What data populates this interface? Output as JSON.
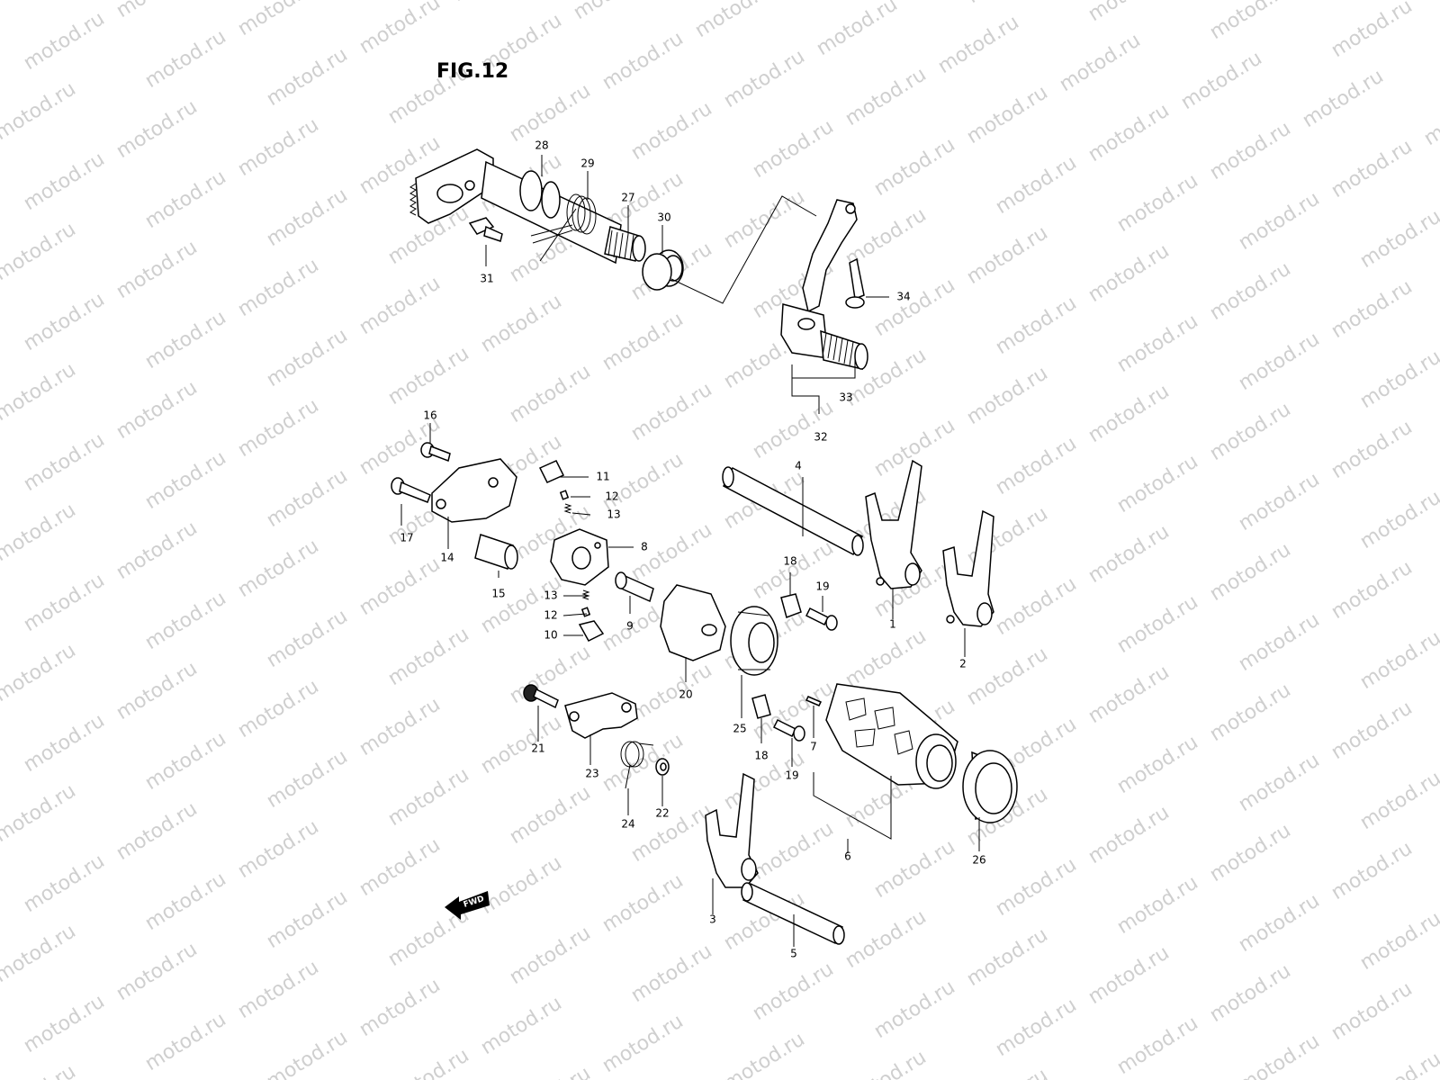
{
  "figure": {
    "title": "FIG.12",
    "watermark_text": "motod.ru",
    "fwd_label": "FWD"
  },
  "callouts": {
    "c1": "1",
    "c2": "2",
    "c3": "3",
    "c4": "4",
    "c5": "5",
    "c6": "6",
    "c7": "7",
    "c8": "8",
    "c9": "9",
    "c10": "10",
    "c11": "11",
    "c12a": "12",
    "c12b": "12",
    "c13a": "13",
    "c13b": "13",
    "c14": "14",
    "c15": "15",
    "c16": "16",
    "c17": "17",
    "c18a": "18",
    "c18b": "18",
    "c19a": "19",
    "c19b": "19",
    "c20": "20",
    "c21": "21",
    "c22": "22",
    "c23": "23",
    "c24": "24",
    "c25": "25",
    "c26": "26",
    "c27": "27",
    "c28": "28",
    "c29": "29",
    "c30": "30",
    "c31": "31",
    "c32": "32",
    "c33": "33",
    "c34": "34"
  },
  "colors": {
    "ink": "#000000",
    "watermark": "#cfcfcf",
    "background": "#ffffff"
  }
}
